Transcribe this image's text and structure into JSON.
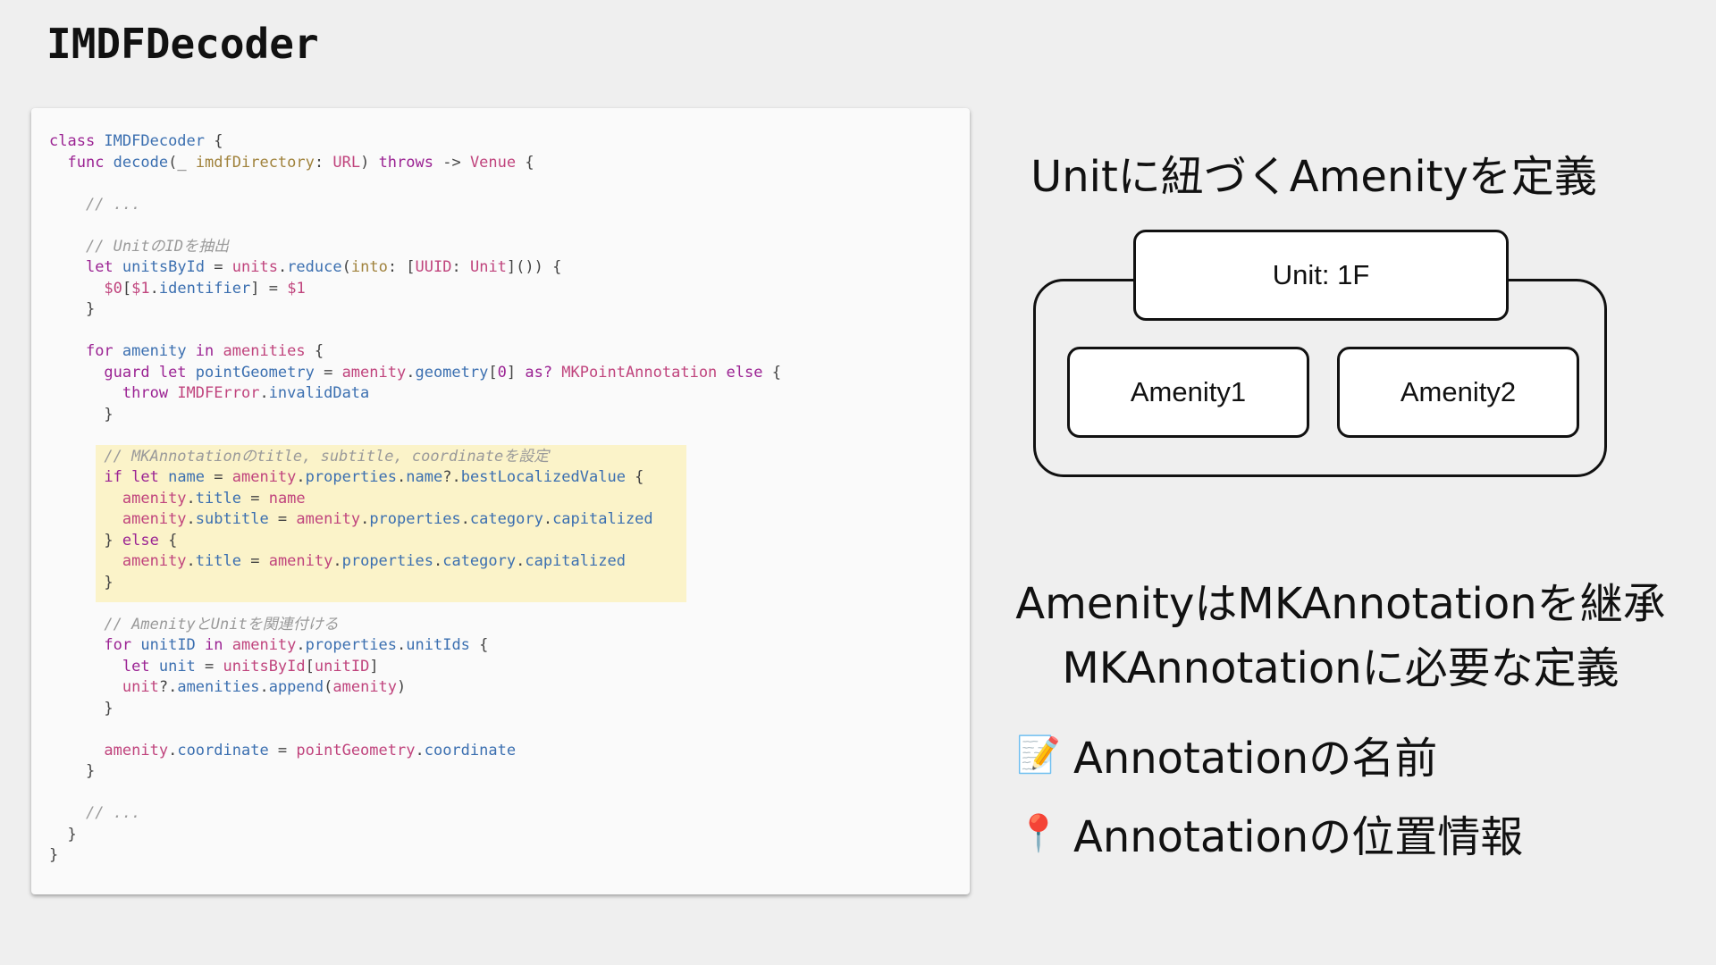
{
  "title": "IMDFDecoder",
  "code_lines": [
    [
      [
        "class ",
        "kw"
      ],
      [
        "IMDFDecoder",
        "ty"
      ],
      [
        " {",
        ""
      ]
    ],
    [
      [
        "  ",
        ""
      ],
      [
        "func ",
        "kw"
      ],
      [
        "decode",
        "ty"
      ],
      [
        "(_ ",
        ""
      ],
      [
        "imdfDirectory",
        "nm"
      ],
      [
        ": ",
        ""
      ],
      [
        "URL",
        "pr"
      ],
      [
        ") ",
        ""
      ],
      [
        "throws ",
        "kw"
      ],
      [
        "-> ",
        ""
      ],
      [
        "Venue",
        "pr"
      ],
      [
        " {",
        ""
      ]
    ],
    [
      [
        "",
        ""
      ]
    ],
    [
      [
        "    ",
        ""
      ],
      [
        "// ...",
        "cm"
      ]
    ],
    [
      [
        "",
        ""
      ]
    ],
    [
      [
        "    ",
        ""
      ],
      [
        "// UnitのIDを抽出",
        "cm"
      ]
    ],
    [
      [
        "    ",
        ""
      ],
      [
        "let ",
        "kw"
      ],
      [
        "unitsById",
        "ty"
      ],
      [
        " = ",
        ""
      ],
      [
        "units",
        "pr"
      ],
      [
        ".",
        ""
      ],
      [
        "reduce",
        "ty"
      ],
      [
        "(",
        ""
      ],
      [
        "into",
        "nm"
      ],
      [
        ": [",
        ""
      ],
      [
        "UUID",
        "pr"
      ],
      [
        ": ",
        ""
      ],
      [
        "Unit",
        "pr"
      ],
      [
        "]()) {",
        ""
      ]
    ],
    [
      [
        "      ",
        ""
      ],
      [
        "$0",
        "pr"
      ],
      [
        "[",
        ""
      ],
      [
        "$1",
        "pr"
      ],
      [
        ".",
        ""
      ],
      [
        "identifier",
        "ty"
      ],
      [
        "] = ",
        ""
      ],
      [
        "$1",
        "pr"
      ]
    ],
    [
      [
        "    }",
        ""
      ]
    ],
    [
      [
        "",
        ""
      ]
    ],
    [
      [
        "    ",
        ""
      ],
      [
        "for ",
        "kw"
      ],
      [
        "amenity ",
        "ty"
      ],
      [
        "in ",
        "kw"
      ],
      [
        "amenities",
        "pr"
      ],
      [
        " {",
        ""
      ]
    ],
    [
      [
        "      ",
        ""
      ],
      [
        "guard let ",
        "kw"
      ],
      [
        "pointGeometry",
        "ty"
      ],
      [
        " = ",
        ""
      ],
      [
        "amenity",
        "pr"
      ],
      [
        ".",
        ""
      ],
      [
        "geometry",
        "ty"
      ],
      [
        "[",
        ""
      ],
      [
        "0",
        "kw"
      ],
      [
        "] ",
        ""
      ],
      [
        "as? ",
        "kw"
      ],
      [
        "MKPointAnnotation",
        "pr"
      ],
      [
        " ",
        ""
      ],
      [
        "else",
        "kw"
      ],
      [
        " {",
        ""
      ]
    ],
    [
      [
        "        ",
        ""
      ],
      [
        "throw ",
        "kw"
      ],
      [
        "IMDFError",
        "pr"
      ],
      [
        ".",
        ""
      ],
      [
        "invalidData",
        "ty"
      ]
    ],
    [
      [
        "      }",
        ""
      ]
    ],
    [
      [
        "",
        ""
      ]
    ],
    [
      [
        "      ",
        ""
      ],
      [
        "// MKAnnotationのtitle, subtitle, coordinateを設定",
        "cm"
      ]
    ],
    [
      [
        "      ",
        ""
      ],
      [
        "if let ",
        "kw"
      ],
      [
        "name",
        "ty"
      ],
      [
        " = ",
        ""
      ],
      [
        "amenity",
        "pr"
      ],
      [
        ".",
        ""
      ],
      [
        "properties",
        "ty"
      ],
      [
        ".",
        ""
      ],
      [
        "name",
        "ty"
      ],
      [
        "?.",
        ""
      ],
      [
        "bestLocalizedValue",
        "ty"
      ],
      [
        " {",
        ""
      ]
    ],
    [
      [
        "        ",
        ""
      ],
      [
        "amenity",
        "pr"
      ],
      [
        ".",
        ""
      ],
      [
        "title",
        "ty"
      ],
      [
        " = ",
        ""
      ],
      [
        "name",
        "pr"
      ]
    ],
    [
      [
        "        ",
        ""
      ],
      [
        "amenity",
        "pr"
      ],
      [
        ".",
        ""
      ],
      [
        "subtitle",
        "ty"
      ],
      [
        " = ",
        ""
      ],
      [
        "amenity",
        "pr"
      ],
      [
        ".",
        ""
      ],
      [
        "properties",
        "ty"
      ],
      [
        ".",
        ""
      ],
      [
        "category",
        "ty"
      ],
      [
        ".",
        ""
      ],
      [
        "capitalized",
        "ty"
      ]
    ],
    [
      [
        "      } ",
        ""
      ],
      [
        "else",
        "kw"
      ],
      [
        " {",
        ""
      ]
    ],
    [
      [
        "        ",
        ""
      ],
      [
        "amenity",
        "pr"
      ],
      [
        ".",
        ""
      ],
      [
        "title",
        "ty"
      ],
      [
        " = ",
        ""
      ],
      [
        "amenity",
        "pr"
      ],
      [
        ".",
        ""
      ],
      [
        "properties",
        "ty"
      ],
      [
        ".",
        ""
      ],
      [
        "category",
        "ty"
      ],
      [
        ".",
        ""
      ],
      [
        "capitalized",
        "ty"
      ]
    ],
    [
      [
        "      }",
        ""
      ]
    ],
    [
      [
        "",
        ""
      ]
    ],
    [
      [
        "      ",
        ""
      ],
      [
        "// AmenityとUnitを関連付ける",
        "cm"
      ]
    ],
    [
      [
        "      ",
        ""
      ],
      [
        "for ",
        "kw"
      ],
      [
        "unitID ",
        "ty"
      ],
      [
        "in ",
        "kw"
      ],
      [
        "amenity",
        "pr"
      ],
      [
        ".",
        ""
      ],
      [
        "properties",
        "ty"
      ],
      [
        ".",
        ""
      ],
      [
        "unitIds",
        "ty"
      ],
      [
        " {",
        ""
      ]
    ],
    [
      [
        "        ",
        ""
      ],
      [
        "let ",
        "kw"
      ],
      [
        "unit",
        "ty"
      ],
      [
        " = ",
        ""
      ],
      [
        "unitsById",
        "pr"
      ],
      [
        "[",
        ""
      ],
      [
        "unitID",
        "pr"
      ],
      [
        "]",
        ""
      ]
    ],
    [
      [
        "        ",
        ""
      ],
      [
        "unit",
        "pr"
      ],
      [
        "?.",
        ""
      ],
      [
        "amenities",
        "ty"
      ],
      [
        ".",
        ""
      ],
      [
        "append",
        "ty"
      ],
      [
        "(",
        ""
      ],
      [
        "amenity",
        "pr"
      ],
      [
        ")",
        ""
      ]
    ],
    [
      [
        "      }",
        ""
      ]
    ],
    [
      [
        "",
        ""
      ]
    ],
    [
      [
        "      ",
        ""
      ],
      [
        "amenity",
        "pr"
      ],
      [
        ".",
        ""
      ],
      [
        "coordinate",
        "ty"
      ],
      [
        " = ",
        ""
      ],
      [
        "pointGeometry",
        "pr"
      ],
      [
        ".",
        ""
      ],
      [
        "coordinate",
        "ty"
      ]
    ],
    [
      [
        "    }",
        ""
      ]
    ],
    [
      [
        "",
        ""
      ]
    ],
    [
      [
        "    ",
        ""
      ],
      [
        "// ...",
        "cm"
      ]
    ],
    [
      [
        "  }",
        ""
      ]
    ],
    [
      [
        "}",
        ""
      ]
    ]
  ],
  "heading": "Unitに紐づくAmenityを定義",
  "diagram": {
    "unit_label": "Unit: 1F",
    "amenity1_label": "Amenity1",
    "amenity2_label": "Amenity2"
  },
  "text": {
    "line1": "AmenityはMKAnnotationを継承",
    "line2": "MKAnnotationに必要な定義"
  },
  "bullets": {
    "item1_icon": "📝",
    "item1_label": "Annotationの名前",
    "item2_icon": "📍",
    "item2_label": "Annotationの位置情報"
  }
}
